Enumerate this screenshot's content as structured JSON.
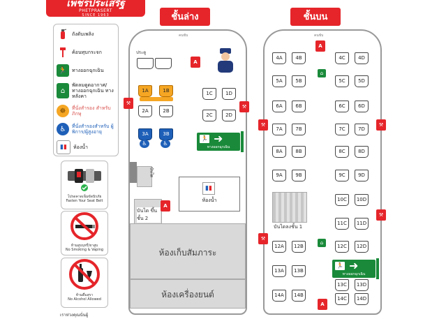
{
  "brand": {
    "name": "เพชรประเสริฐ",
    "latin": "PHETPRASERT",
    "since": "SINCE 1963"
  },
  "decks": {
    "lower": "ชั้นล่าง",
    "upper": "ชั้นบน"
  },
  "legend": [
    {
      "text": "ถังดับเพลิง",
      "icon": "fire-extinguisher-icon"
    },
    {
      "text": "ค้อนทุบกระจก",
      "icon": "hammer-icon"
    },
    {
      "text": "ทางออกฉุกเฉิน",
      "icon": "emergency-exit-icon"
    },
    {
      "text": "พัดลมดูดอากาศ/ ทางออกฉุกเฉิน ทางหลังคา",
      "icon": "roof-exit-icon"
    },
    {
      "text": "ที่นั่งสำรอง สำหรับภิกษุ",
      "icon": "monk-seat-icon"
    },
    {
      "text": "ที่นั่งสำรองสำหรับ ผู้พิการ/ผู้สูงอายุ",
      "icon": "wheelchair-icon"
    },
    {
      "text": "ห้องน้ำ",
      "icon": "restroom-icon"
    }
  ],
  "rules": [
    {
      "text": "โปรดคาดเข็มขัดนิรภัย",
      "en": "Fasten Your Seat Belt"
    },
    {
      "text": "ห้ามสูบบุหรี่/ยาสูบ",
      "en": "No Smoking & Vaping"
    },
    {
      "text": "ห้ามดื่มสุรา",
      "en": "No Alcohol Allowed"
    }
  ],
  "footer_note": "เราห่วงคุณนั่นผู้",
  "lower": {
    "driver": "คนขับ",
    "door": "ประตู",
    "stairs": "บันได",
    "stairs_up": "บันได ขึ้นชั้น 2",
    "restroom": "ห้องน้ำ",
    "exit_sign": "ทางออกฉุกเฉิน",
    "luggage": "ห้องเก็บสัมภาระ",
    "engine": "ห้องเครื่องยนต์",
    "seats_left": [
      "1A",
      "1B",
      "2A",
      "2B",
      "3A",
      "3B"
    ],
    "seats_right": [
      "1C",
      "1D",
      "2C",
      "2D"
    ]
  },
  "upper": {
    "driver": "คนขับ",
    "stairs_down": "บันไดลงชั้น 1",
    "exit_sign": "ทางออกฉุกเฉิน",
    "seats": [
      "4A",
      "4B",
      "4C",
      "4D",
      "5A",
      "5B",
      "5C",
      "5D",
      "6A",
      "6B",
      "6C",
      "6D",
      "7A",
      "7B",
      "7C",
      "7D",
      "8A",
      "8B",
      "8C",
      "8D",
      "9A",
      "9B",
      "9C",
      "9D",
      "10C",
      "10D",
      "11C",
      "11D",
      "12A",
      "12B",
      "12C",
      "12D",
      "13A",
      "13B",
      "13C",
      "13D",
      "14A",
      "14B",
      "14C",
      "14D"
    ]
  },
  "colors": {
    "brand_red": "#e5252a",
    "exit_green": "#1a8a3a",
    "monk_orange": "#f5a623",
    "disabled_blue": "#1e5fb8"
  }
}
